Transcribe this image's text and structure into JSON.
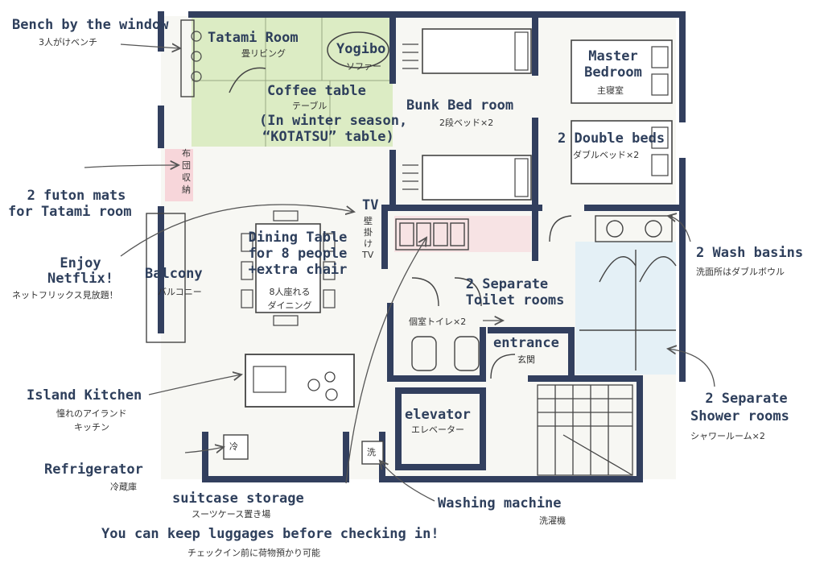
{
  "labels": {
    "bench": {
      "en": "Bench by the window",
      "jp": "3人がけベンチ"
    },
    "tatami": {
      "en": "Tatami Room",
      "jp": "畳リビング"
    },
    "yogibo": {
      "en": "Yogibo",
      "jp": "ソファー"
    },
    "coffee": {
      "en1": "Coffee table",
      "jp": "テーブル",
      "en2": "(In winter season,",
      "en3": "“KOTATSU” table)"
    },
    "bunk": {
      "en": "Bunk Bed room",
      "jp": "2段ベッド×2"
    },
    "master": {
      "en1": "Master",
      "en2": "Bedroom",
      "jp": "主寝室"
    },
    "double": {
      "en": "2 Double beds",
      "jp": "ダブルベッド×2"
    },
    "futon_closet": {
      "c1": "布",
      "c2": "団",
      "c3": "収",
      "c4": "納"
    },
    "futon": {
      "en1": "2 futon mats",
      "en2": "for Tatami room"
    },
    "tv": {
      "en": "TV",
      "c1": "壁",
      "c2": "掛",
      "c3": "け",
      "c4": "TV"
    },
    "netflix": {
      "en1": "Enjoy",
      "en2": "Netflix!",
      "jp": "ネットフリックス見放題！"
    },
    "dining": {
      "en1": "Dining Table",
      "en2": "for 8 people",
      "en3": "+extra chair",
      "jp1": "8人座れる",
      "jp2": "ダイニング"
    },
    "balcony": {
      "en": "Balcony",
      "jp": "バルコニー"
    },
    "toilet": {
      "en1": "2 Separate",
      "en2": "Toilet rooms",
      "jp": "個室トイレ×2"
    },
    "wash": {
      "en": "2 Wash basins",
      "jp": "洗面所はダブルボウル"
    },
    "entrance": {
      "en": "entrance",
      "jp": "玄関"
    },
    "elevator": {
      "en": "elevator",
      "jp": "エレベーター"
    },
    "kitchen": {
      "en": "Island Kitchen",
      "jp1": "憧れのアイランド",
      "jp2": "キッチン"
    },
    "shower": {
      "en1": "2 Separate",
      "en2": "Shower rooms",
      "jp": "シャワールーム×2"
    },
    "fridge": {
      "en": "Refrigerator",
      "jp": "冷蔵庫",
      "mark": "冷"
    },
    "suitcase": {
      "en": "suitcase storage",
      "jp": "スーツケース置き場"
    },
    "washing": {
      "en": "Washing machine",
      "jp": "洗濯機",
      "mark": "洗"
    },
    "luggage": {
      "en": "You can keep luggages before checking in!",
      "jp": "チェックイン前に荷物預かり可能"
    }
  },
  "colors": {
    "wall": "#323f5e",
    "ink": "#2e3f5c",
    "tatami": "#dcecc4",
    "bath": "#e4f0f6",
    "closet_pink": "#f7d6da",
    "floor": "#f1f1ea"
  }
}
